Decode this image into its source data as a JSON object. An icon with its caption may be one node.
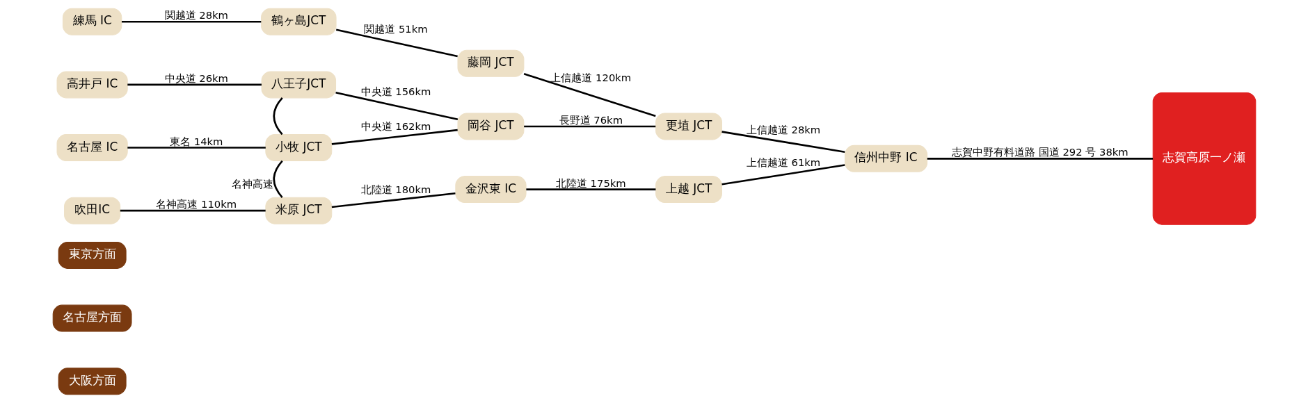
{
  "diagram": {
    "nodes": [
      {
        "text": [
          "東京方面"
        ]
      },
      {
        "text": [
          "名古屋方面"
        ]
      },
      {
        "text": [
          "大阪方面"
        ]
      },
      {
        "text": [
          "練馬 IC"
        ]
      },
      {
        "text": [
          "鶴ヶ島JCT"
        ]
      },
      {
        "text": [
          "藤岡 JCT"
        ]
      },
      {
        "text": [
          "高井戸 IC"
        ]
      },
      {
        "text": [
          "八王子JCT"
        ]
      },
      {
        "text": [
          "名古屋 IC"
        ]
      },
      {
        "text": [
          "小牧 JCT"
        ]
      },
      {
        "text": [
          "岡谷 JCT"
        ]
      },
      {
        "text": [
          "吹田IC"
        ]
      },
      {
        "text": [
          "米原 JCT"
        ]
      },
      {
        "text": [
          "金沢東 IC"
        ]
      },
      {
        "text": [
          "上越 JCT"
        ]
      },
      {
        "text": [
          "更埴 JCT"
        ]
      },
      {
        "text": [
          "信州中野 IC"
        ]
      },
      {
        "text": [
          "志賀高原一ノ瀬"
        ]
      }
    ],
    "edges": [
      {
        "from": 3,
        "to": 4,
        "arrow": "none",
        "label": "関越道 28km"
      },
      {
        "from": 4,
        "to": 5,
        "arrow": "none",
        "label": "関越道 51km"
      },
      {
        "from": 5,
        "to": 15,
        "arrow": "none",
        "label": "上信越道 120km"
      },
      {
        "from": 6,
        "to": 7,
        "arrow": "none",
        "label": "中央道 26km"
      },
      {
        "from": 7,
        "to": 10,
        "arrow": "none",
        "label": "中央道 156km"
      },
      {
        "from": 7,
        "to": 9,
        "arrow": "none"
      },
      {
        "from": 8,
        "to": 9,
        "arrow": "none",
        "label": "東名 14km"
      },
      {
        "from": 9,
        "to": 10,
        "arrow": "none",
        "label": "中央道 162km"
      },
      {
        "from": 10,
        "to": 15,
        "arrow": "none",
        "label": "長野道 76km"
      },
      {
        "from": 9,
        "to": 12,
        "arrow": "none",
        "label": "名神高速"
      },
      {
        "from": 11,
        "to": 12,
        "arrow": "none",
        "label": "名神高速 110km"
      },
      {
        "from": 12,
        "to": 13,
        "arrow": "none",
        "label": "北陸道 180km"
      },
      {
        "from": 13,
        "to": 14,
        "arrow": "none",
        "label": "北陸道 175km"
      },
      {
        "from": 14,
        "to": 16,
        "arrow": "none",
        "label": "上信越道 61km"
      },
      {
        "from": 15,
        "to": 16,
        "arrow": "none",
        "label": "上信越道 28km"
      },
      {
        "from": 16,
        "to": 17,
        "arrow": "none",
        "label": "志賀中野有料道路 国道 292 号 38km"
      }
    ]
  }
}
